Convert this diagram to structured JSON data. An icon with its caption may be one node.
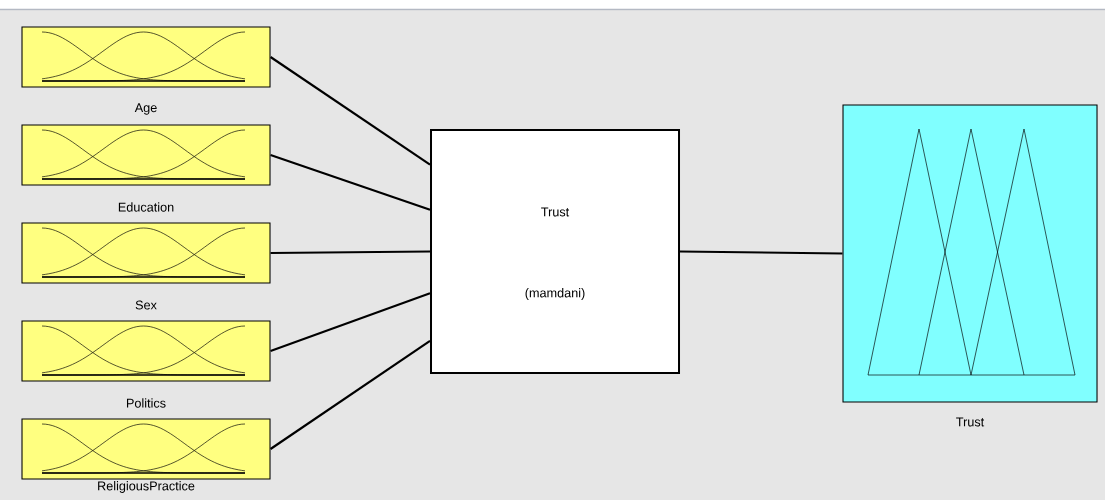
{
  "diagram": {
    "nodes": [
      {
        "text": [
          "Age"
        ]
      },
      {
        "text": [
          "Education"
        ]
      },
      {
        "text": [
          "Sex"
        ]
      },
      {
        "text": [
          "Politics"
        ]
      },
      {
        "text": [
          "ReligiousPractice"
        ]
      },
      {
        "text": [
          "Trust",
          "(mamdani)"
        ]
      },
      {
        "text": [
          "Trust"
        ]
      }
    ],
    "edges": [
      {
        "from": 0,
        "to": 5,
        "arrow": "none"
      },
      {
        "from": 1,
        "to": 5,
        "arrow": "none"
      },
      {
        "from": 2,
        "to": 5,
        "arrow": "none"
      },
      {
        "from": 3,
        "to": 5,
        "arrow": "none"
      },
      {
        "from": 4,
        "to": 5,
        "arrow": "none"
      },
      {
        "from": 5,
        "to": 6,
        "arrow": "none"
      }
    ]
  }
}
